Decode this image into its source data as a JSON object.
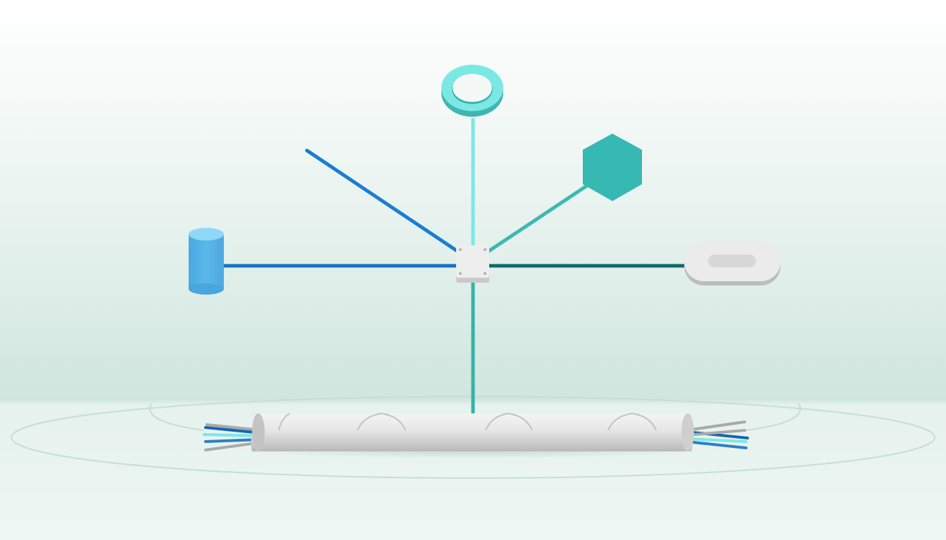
{
  "diagram": {
    "hub": {
      "icon": "junction-box-icon"
    },
    "nodes": [
      {
        "id": "ring",
        "icon": "ring-icon",
        "color": "#7ce8e4",
        "connector_color": "#7ce8e4"
      },
      {
        "id": "hexagon",
        "icon": "hexagon-icon",
        "color": "#36b8b3",
        "connector_color": "#3cb9b3"
      },
      {
        "id": "pill",
        "icon": "pill-button-icon",
        "color": "#e4e4e4",
        "connector_color": "#0f6a6b"
      },
      {
        "id": "cylinder",
        "icon": "cylinder-icon",
        "color": "#57b4e8",
        "connector_color": "#1673c2"
      },
      {
        "id": "open-line",
        "icon": "line-end-icon",
        "color": "#1a7ed0",
        "connector_color": "#1a7ed0"
      },
      {
        "id": "cable-conduit",
        "icon": "cable-bundle-icon",
        "color": "#d9d9d9",
        "connector_color": "#34b3a8"
      }
    ]
  }
}
